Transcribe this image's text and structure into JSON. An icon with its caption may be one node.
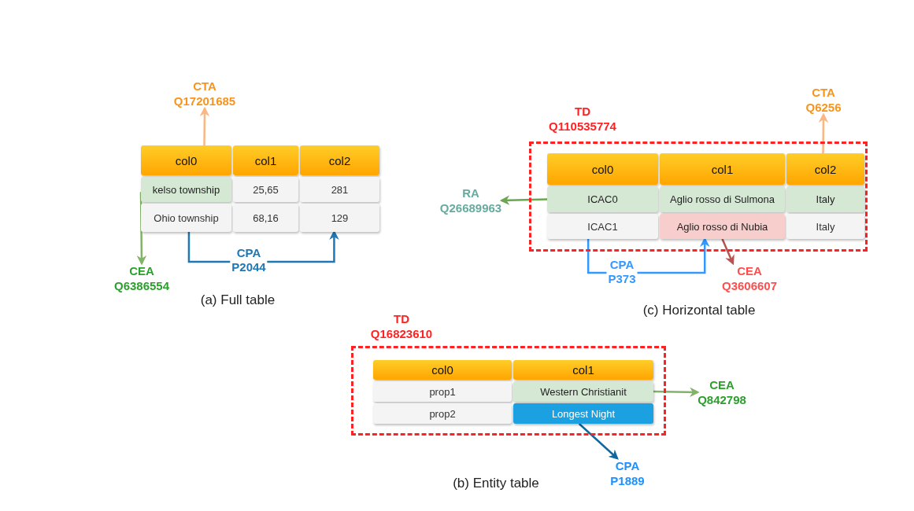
{
  "diagram": {
    "nodes": [
      {
        "text": [
          "col0"
        ]
      },
      {
        "text": [
          "col1"
        ]
      },
      {
        "text": [
          "col2"
        ]
      },
      {
        "text": [
          "kelso township"
        ]
      },
      {
        "text": [
          "25,65"
        ]
      },
      {
        "text": [
          "281"
        ]
      },
      {
        "text": [
          "Ohio township"
        ]
      },
      {
        "text": [
          "68,16"
        ]
      },
      {
        "text": [
          "129"
        ]
      },
      {
        "text": [
          "CTA Q17201685"
        ]
      },
      {
        "text": [
          "CEA Q6386554"
        ]
      },
      {
        "text": [
          "TD Q110535774"
        ]
      },
      {
        "text": [
          "col0"
        ],
        "in": 11
      },
      {
        "text": [
          "col1"
        ],
        "in": 11
      },
      {
        "text": [
          "col2"
        ],
        "in": 11
      },
      {
        "text": [
          "ICAC0"
        ],
        "in": 11
      },
      {
        "text": [
          "Aglio rosso di Sulmona"
        ],
        "in": 11
      },
      {
        "text": [
          "Italy"
        ],
        "in": 11
      },
      {
        "text": [
          "ICAC1"
        ],
        "in": 11
      },
      {
        "text": [
          "Aglio rosso di Nubia"
        ],
        "in": 11
      },
      {
        "text": [
          "Italy"
        ],
        "in": 11
      },
      {
        "text": [
          "CTA Q6256"
        ]
      },
      {
        "text": [
          "RA Q26689963"
        ]
      },
      {
        "text": [
          "CEA Q3606607"
        ]
      },
      {
        "text": [
          "TD Q16823610"
        ]
      },
      {
        "text": [
          "col0"
        ],
        "in": 24
      },
      {
        "text": [
          "col1"
        ],
        "in": 24
      },
      {
        "text": [
          "prop1"
        ],
        "in": 24
      },
      {
        "text": [
          "Western Christianit"
        ],
        "in": 24
      },
      {
        "text": [
          "prop2"
        ],
        "in": 24
      },
      {
        "text": [
          "Longest Night"
        ],
        "in": 24
      },
      {
        "text": [
          "CEA Q842798"
        ]
      },
      {
        "text": [
          "CPA P1889"
        ]
      }
    ],
    "edges": [
      {
        "from": 0,
        "to": 9,
        "arrow": "to",
        "color": "#fbb683"
      },
      {
        "from": 3,
        "to": 10,
        "arrow": "to",
        "color": "#82b366"
      },
      {
        "from": 6,
        "to": 8,
        "arrow": "to",
        "label": "CPA P2044",
        "color": "#1f77b4"
      },
      {
        "from": 14,
        "to": 21,
        "arrow": "to",
        "color": "#fbb683"
      },
      {
        "from": 15,
        "to": 22,
        "arrow": "to",
        "color": "#6aa84f"
      },
      {
        "from": 18,
        "to": 19,
        "arrow": "to",
        "label": "CPA P373",
        "color": "#3399ff"
      },
      {
        "from": 19,
        "to": 23,
        "arrow": "to",
        "color": "#b85450"
      },
      {
        "from": 28,
        "to": 31,
        "arrow": "to",
        "color": "#82b366"
      },
      {
        "from": 30,
        "to": 32,
        "arrow": "to",
        "color": "#10679e"
      }
    ],
    "labels": [
      "(a) Full table",
      "(c) Horizontal table",
      "(b) Entity table"
    ]
  }
}
